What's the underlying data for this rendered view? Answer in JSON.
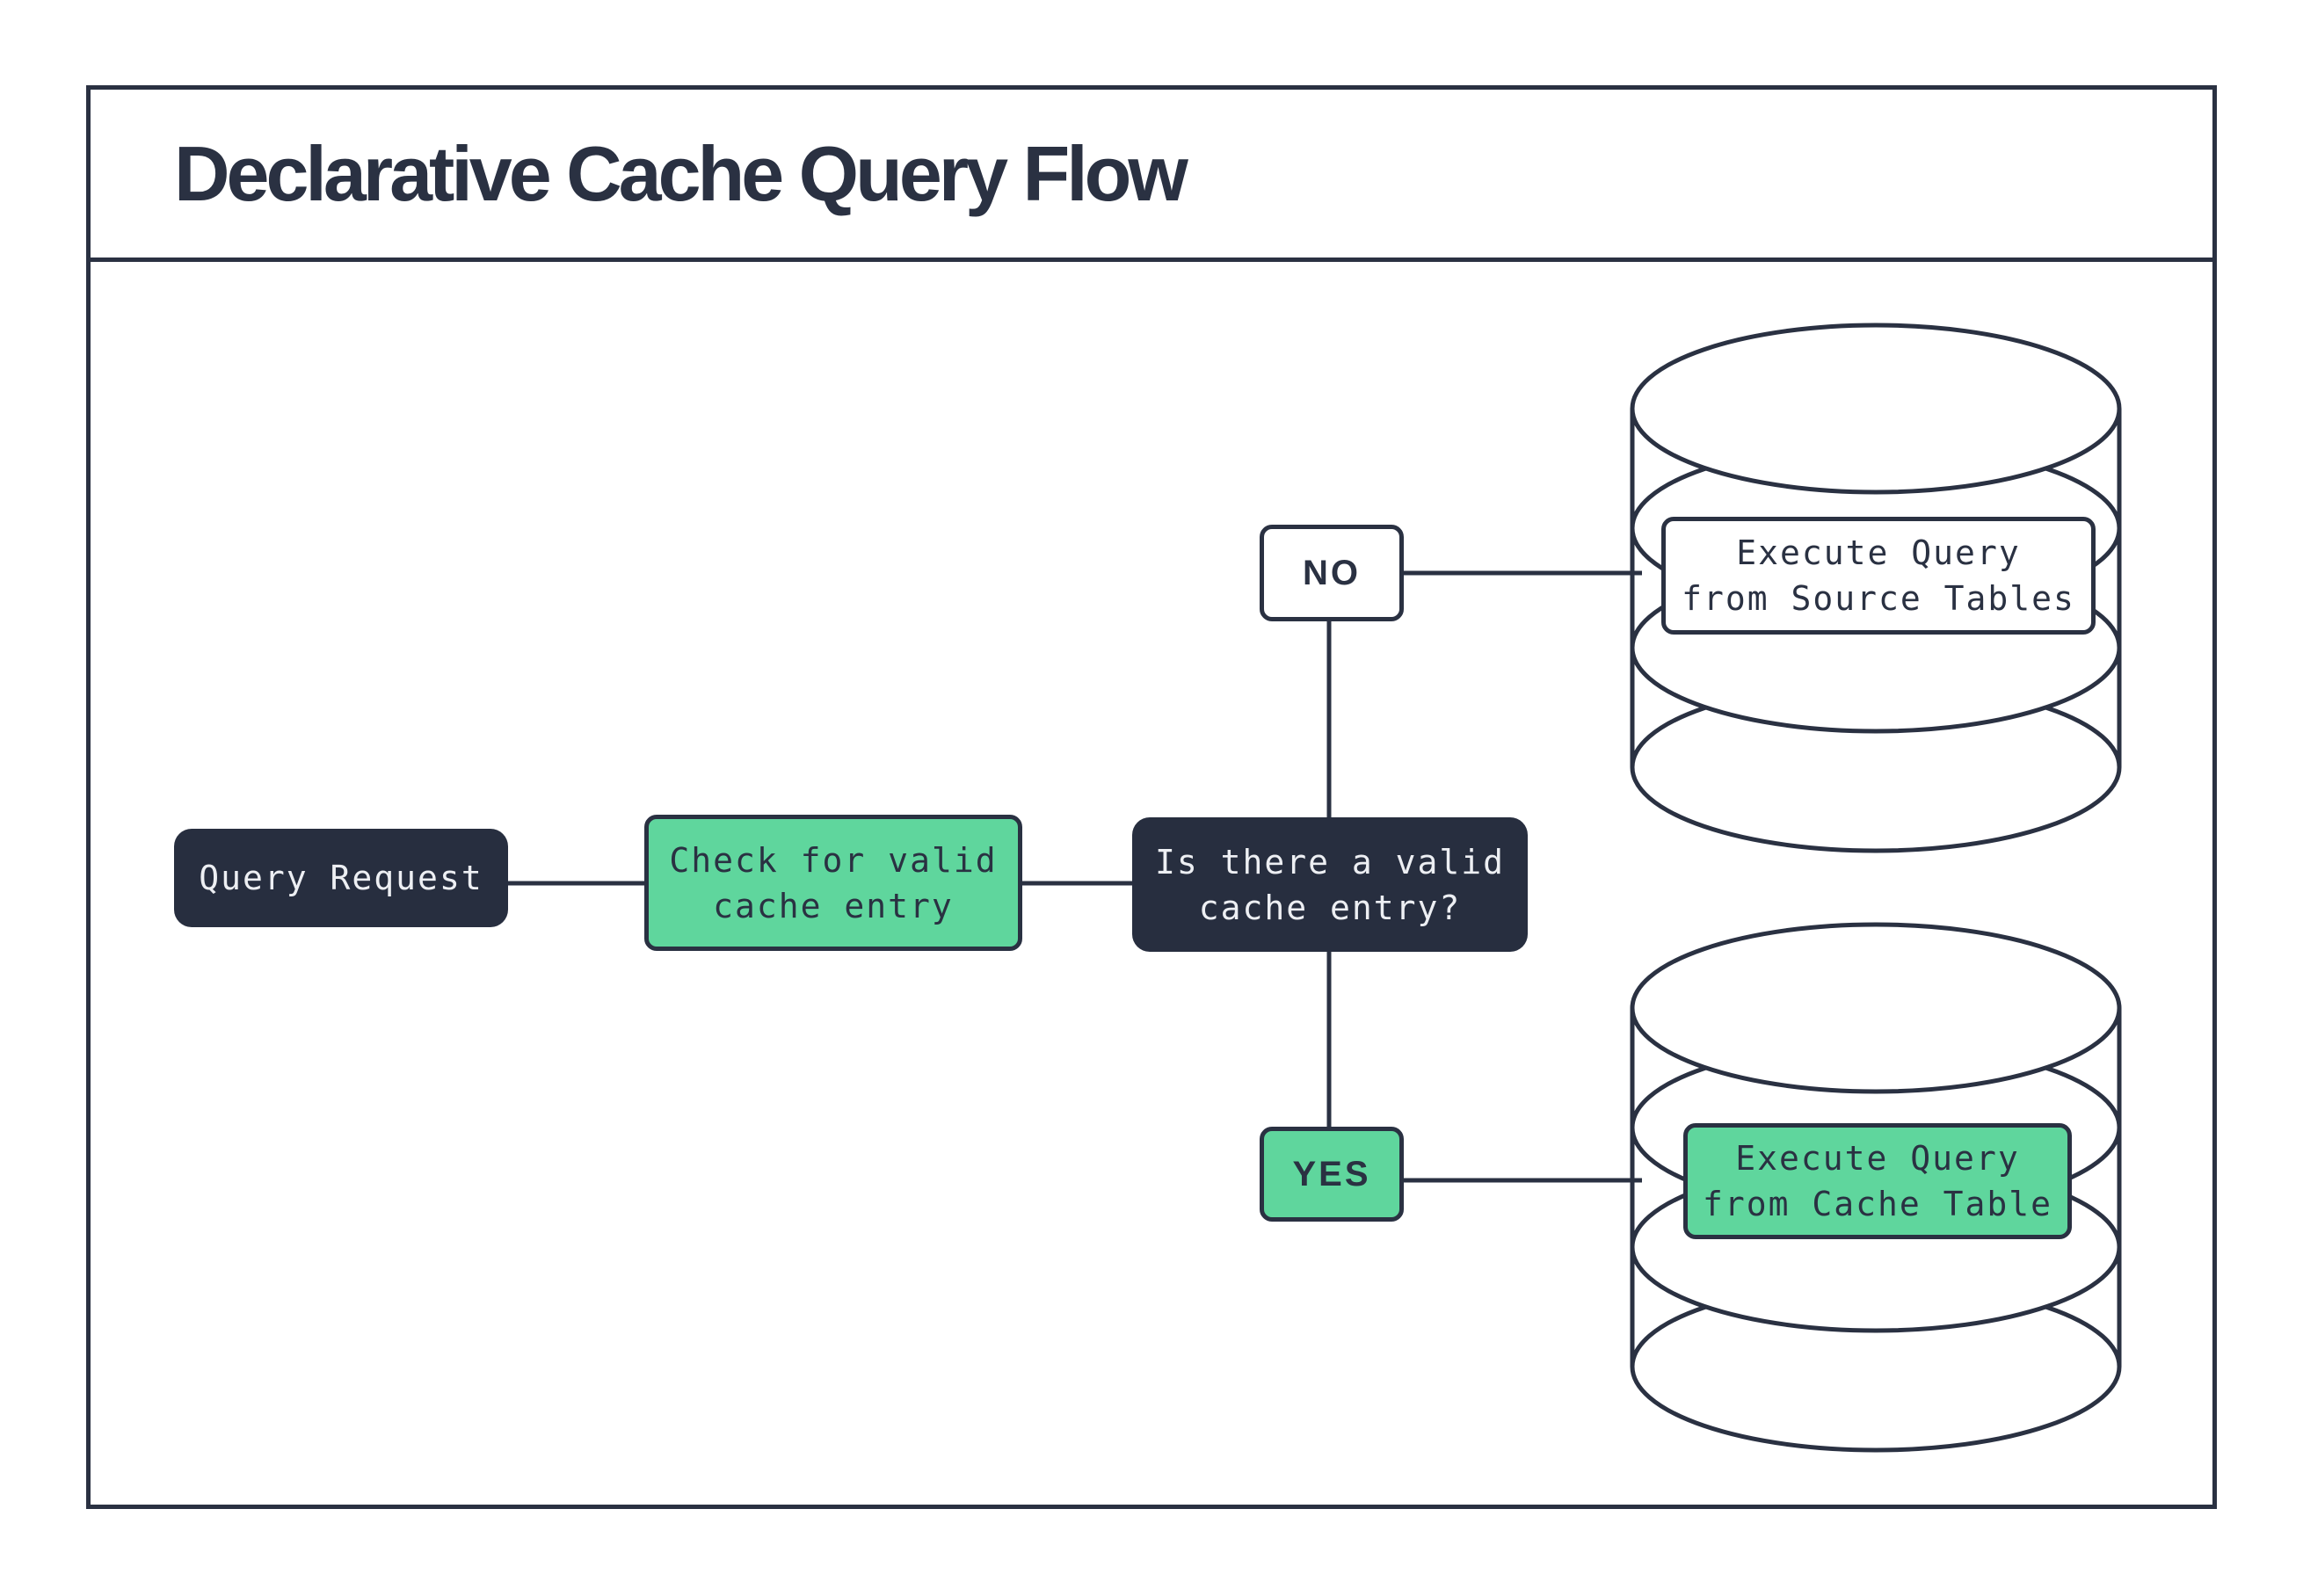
{
  "title": "Declarative Cache Query Flow",
  "colors": {
    "ink": "#2a3142",
    "dark": "#272e3f",
    "green": "#5fd69d",
    "light": "#edeff3",
    "bg": "#ffffff"
  },
  "nodes": {
    "query_request": {
      "label": "Query Request"
    },
    "check_cache": {
      "line1": "Check for valid",
      "line2": "cache entry"
    },
    "decision": {
      "line1": "Is there a valid",
      "line2": "cache entry?"
    },
    "no_branch": {
      "label": "NO"
    },
    "yes_branch": {
      "label": "YES"
    },
    "source_db": {
      "line1": "Execute Query",
      "line2": "from Source Tables"
    },
    "cache_db": {
      "line1": "Execute Query",
      "line2": "from Cache Table"
    }
  }
}
